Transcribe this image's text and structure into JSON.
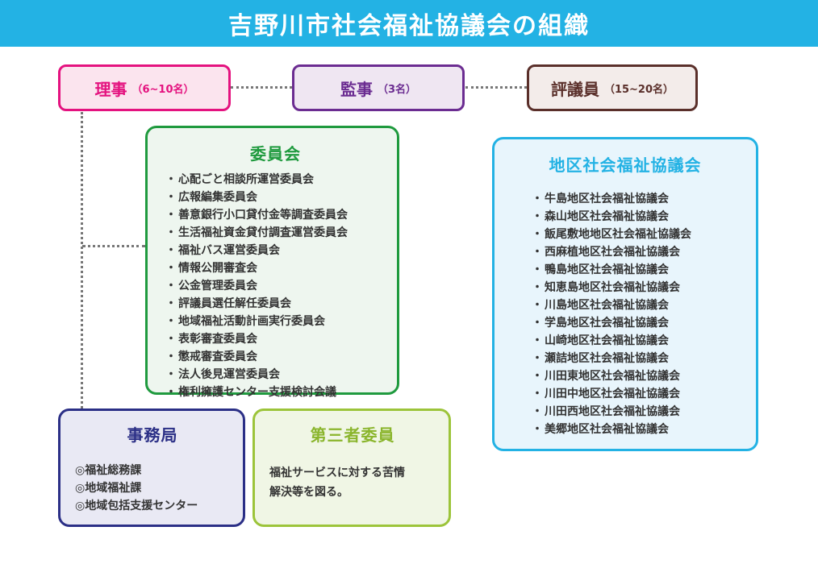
{
  "title": "吉野川市社会福祉協議会の組織",
  "rijikai": {
    "label": "理事",
    "sub": "（6~10名）"
  },
  "kanji": {
    "label": "監事",
    "sub": "（3名）"
  },
  "hyogiin": {
    "label": "評議員",
    "sub": "（15~20名）"
  },
  "iinkai": {
    "title": "委員会",
    "items": [
      "心配ごと相談所運営委員会",
      "広報編集委員会",
      "善意銀行小口貸付金等調査委員会",
      "生活福祉資金貸付調査運営委員会",
      "福祉バス運営委員会",
      "情報公開審査会",
      "公金管理委員会",
      "評議員選任解任委員会",
      "地域福祉活動計画実行委員会",
      "表彰審査委員会",
      "懲戒審査委員会",
      "法人後見運営委員会",
      "権利擁護センター支援検討会議"
    ]
  },
  "chiku": {
    "title": "地区社会福祉協議会",
    "items": [
      "牛島地区社会福祉協議会",
      "森山地区社会福祉協議会",
      "飯尾敷地地区社会福祉協議会",
      "西麻植地区社会福祉協議会",
      "鴨島地区社会福祉協議会",
      "知恵島地区社会福祉協議会",
      "川島地区社会福祉協議会",
      "学島地区社会福祉協議会",
      "山崎地区社会福祉協議会",
      "瀬詰地区社会福祉協議会",
      "川田東地区社会福祉協議会",
      "川田中地区社会福祉協議会",
      "川田西地区社会福祉協議会",
      "美郷地区社会福祉協議会"
    ]
  },
  "jimukyoku": {
    "title": "事務局",
    "items": [
      "◎福祉総務課",
      "◎地域福祉課",
      "◎地域包括支援センター"
    ]
  },
  "daisansha": {
    "title": "第三者委員",
    "text_line1": "福祉サービスに対する苦情",
    "text_line2": "解決等を図る。"
  },
  "colors": {
    "header": "#23b2e4",
    "rijikai": "#e4127f",
    "kanji": "#6b2c91",
    "hyogiin": "#5a2f2a",
    "iinkai": "#1f9a3e",
    "chiku": "#23b2e4",
    "jimukyoku": "#2b2f86",
    "daisansha": "#9cc43a"
  }
}
